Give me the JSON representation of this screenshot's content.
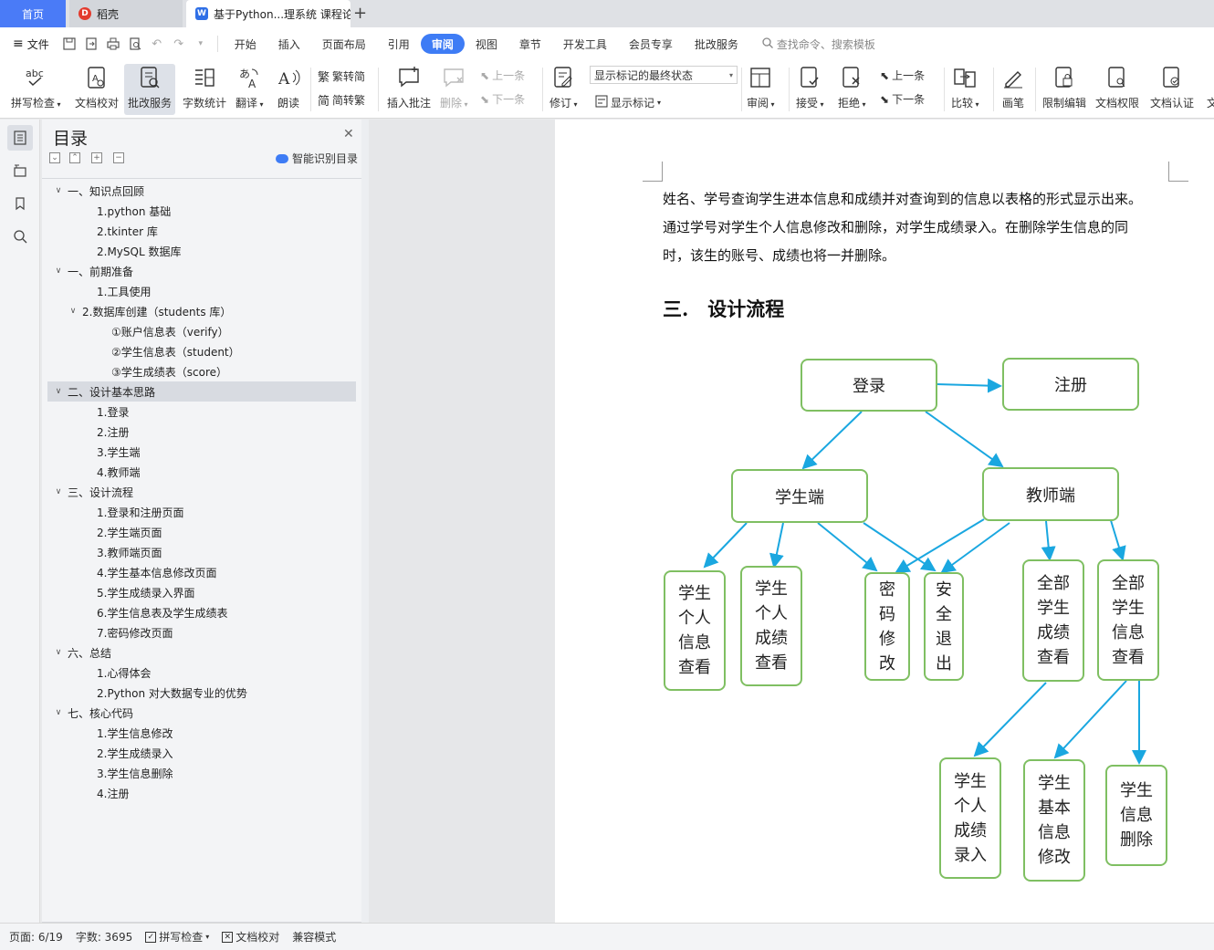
{
  "tabs": {
    "home": "首页",
    "daoke": "稻壳",
    "doc": "基于Python...理系统 课程论",
    "add": "+"
  },
  "menu": {
    "file": "文件",
    "items": [
      "开始",
      "插入",
      "页面布局",
      "引用",
      "审阅",
      "视图",
      "章节",
      "开发工具",
      "会员专享",
      "批改服务"
    ],
    "active": "审阅",
    "search_placeholder": "查找命令、搜索模板"
  },
  "ribbon": {
    "spell_check": "拼写检查",
    "doc_proof": "文档校对",
    "correction_service": "批改服务",
    "word_count": "字数统计",
    "translate": "翻译",
    "read_aloud": "朗读",
    "trad_to_simp": "繁转简",
    "simp_to_trad": "简转繁",
    "insert_comment": "插入批注",
    "delete": "删除",
    "prev_item": "上一条",
    "next_item": "下一条",
    "track_changes": "修订",
    "markup_state": "显示标记的最终状态",
    "show_markup": "显示标记",
    "review": "审阅",
    "accept": "接受",
    "reject": "拒绝",
    "prev_change": "上一条",
    "next_change": "下一条",
    "compare": "比较",
    "pen": "画笔",
    "restrict_edit": "限制编辑",
    "doc_permission": "文档权限",
    "doc_auth": "文档认证",
    "overflow": "文"
  },
  "toc": {
    "title": "目录",
    "smart": "智能识别目录",
    "items": [
      {
        "label": "一、知识点回顾",
        "level": 1,
        "expanded": true
      },
      {
        "label": "1.python 基础",
        "level": 2
      },
      {
        "label": "2.tkinter 库",
        "level": 2
      },
      {
        "label": "2.MySQL 数据库",
        "level": 2
      },
      {
        "label": "一、前期准备",
        "level": 1,
        "expanded": true
      },
      {
        "label": "1.工具使用",
        "level": 2
      },
      {
        "label": "2.数据库创建（students 库）",
        "level": 2,
        "expanded": true
      },
      {
        "label": "①账户信息表（verify）",
        "level": 3
      },
      {
        "label": "②学生信息表（student）",
        "level": 3
      },
      {
        "label": "③学生成绩表（score）",
        "level": 3
      },
      {
        "label": "二、设计基本思路",
        "level": 1,
        "expanded": true,
        "active": true
      },
      {
        "label": "1.登录",
        "level": 2
      },
      {
        "label": "2.注册",
        "level": 2
      },
      {
        "label": "3.学生端",
        "level": 2
      },
      {
        "label": "4.教师端",
        "level": 2
      },
      {
        "label": "三、设计流程",
        "level": 1,
        "expanded": true
      },
      {
        "label": "1.登录和注册页面",
        "level": 2
      },
      {
        "label": "2.学生端页面",
        "level": 2
      },
      {
        "label": "3.教师端页面",
        "level": 2
      },
      {
        "label": "4.学生基本信息修改页面",
        "level": 2
      },
      {
        "label": "5.学生成绩录入界面",
        "level": 2
      },
      {
        "label": "6.学生信息表及学生成绩表",
        "level": 2
      },
      {
        "label": "7.密码修改页面",
        "level": 2
      },
      {
        "label": "六、总结",
        "level": 1,
        "expanded": true
      },
      {
        "label": "1.心得体会",
        "level": 2
      },
      {
        "label": "2.Python 对大数据专业的优势",
        "level": 2
      },
      {
        "label": "七、核心代码",
        "level": 1,
        "expanded": true
      },
      {
        "label": "1.学生信息修改",
        "level": 2
      },
      {
        "label": "2.学生成绩录入",
        "level": 2
      },
      {
        "label": "3.学生信息删除",
        "level": 2
      },
      {
        "label": "4.注册",
        "level": 2
      }
    ]
  },
  "document": {
    "lines": [
      "姓名、学号查询学生进本信息和成绩并对查询到的信息以表格的形式显示出来。",
      "通过学号对学生个人信息修改和删除，对学生成绩录入。在删除学生信息的同",
      "时，该生的账号、成绩也将一并删除。"
    ],
    "heading": "三.　设计流程",
    "flow": {
      "login": "登录",
      "register": "注册",
      "student": "学生端",
      "teacher": "教师端",
      "stu_info_view": "学生个人信息查看",
      "stu_score_view": "学生个人成绩查看",
      "pwd_change": "密码修改",
      "safe_exit": "安全退出",
      "all_score_view": "全部学生成绩查看",
      "all_info_view": "全部学生信息查看",
      "score_entry": "学生个人成绩录入",
      "info_modify": "学生基本信息修改",
      "info_delete": "学生信息删除"
    }
  },
  "status": {
    "page": "页面: 6/19",
    "words": "字数: 3695",
    "spell": "拼写检查",
    "proof": "文档校对",
    "compat": "兼容模式"
  },
  "colors": {
    "accent": "#3e7cf5",
    "box_border": "#7fbf62",
    "arrow": "#1aa7e0"
  }
}
